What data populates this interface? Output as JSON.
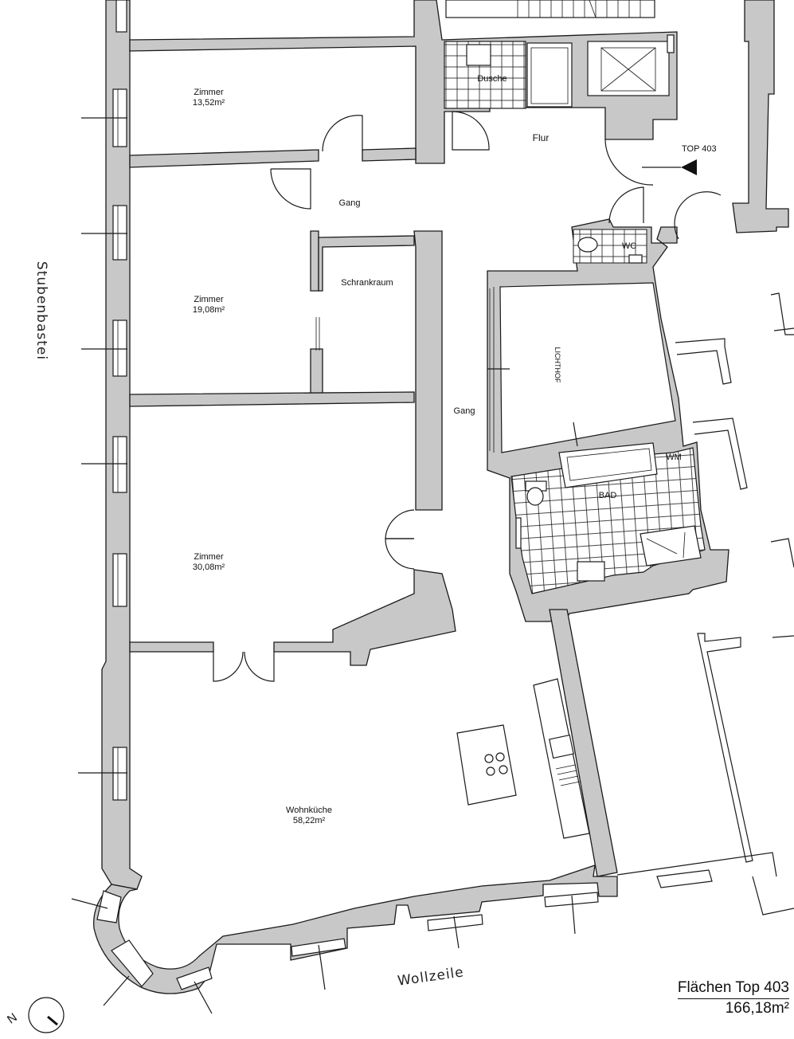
{
  "rooms": [
    {
      "id": "zimmer-1",
      "name": "Zimmer",
      "area": "13,52m²"
    },
    {
      "id": "zimmer-2",
      "name": "Zimmer",
      "area": "19,08m²"
    },
    {
      "id": "zimmer-3",
      "name": "Zimmer",
      "area": "30,08m²"
    },
    {
      "id": "wohnkueche",
      "name": "Wohnküche",
      "area": "58,22m²"
    }
  ],
  "labels": {
    "dusche": "Dusche",
    "flur": "Flur",
    "gang_top": "Gang",
    "gang_mid": "Gang",
    "schrankraum": "Schrankraum",
    "wc": "WC",
    "lichthof": "LICHTHOF",
    "bad": "BAD",
    "wm": "WM",
    "top": "TOP 403"
  },
  "streets": {
    "west": "Stubenbastei",
    "south": "Wollzeile"
  },
  "summary": {
    "title": "Flächen Top 403",
    "area": "166,18m²"
  },
  "north": {
    "letter": "N"
  }
}
